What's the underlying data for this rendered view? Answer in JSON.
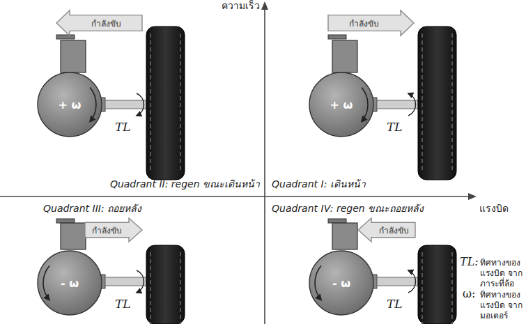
{
  "diagram": {
    "nodes": [
      {
        "text": [
          "กำลังขับ"
        ]
      },
      {
        "text": [
          "กำลังขับ"
        ]
      },
      {
        "text": [
          "+ ω"
        ]
      },
      {
        "text": [
          "+ ω"
        ]
      },
      {
        "text": [
          "กำลังขับ"
        ]
      },
      {
        "text": [
          "กำลังขับ"
        ]
      },
      {
        "text": [
          "- ω"
        ]
      },
      {
        "text": [
          "- ω"
        ]
      }
    ],
    "labels": [
      "ความเร็ว",
      "TL",
      "TL",
      "Quadrant II: regen ขณะเดินหน้า",
      "Quadrant I: เดินหน้า",
      "แรงบิด",
      "Quadrant III: ถอยหลัง",
      "Quadrant IV: regen ขณะถอยหลัง",
      "TL",
      "TL",
      "TL:",
      "ทิศทางของแรงบิด จากภาระที่ล้อ",
      "ω:",
      "ทิศทางของแรงบิด จากมอเตอร์"
    ]
  }
}
